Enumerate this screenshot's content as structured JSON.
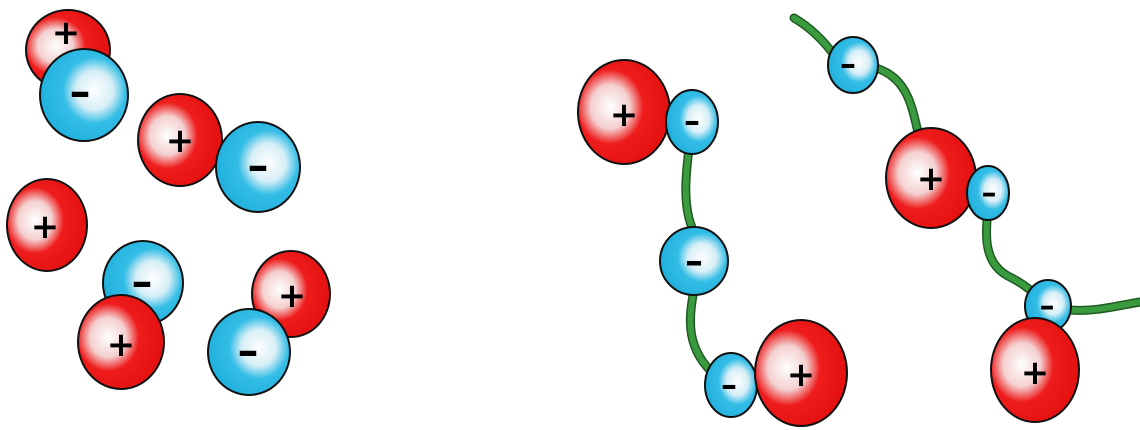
{
  "colors": {
    "background": "#ffffff",
    "cation": "#ee1c1c",
    "anion": "#33bde6",
    "outline": "#111111",
    "chain": "#3a9a3e",
    "chain_outline": "#1f5a22"
  },
  "labels": {
    "cation_sign": "+",
    "anion_sign": "–"
  },
  "left_panel": {
    "free_ions": [
      {
        "charge": "positive"
      },
      {
        "charge": "negative"
      },
      {
        "charge": "positive"
      },
      {
        "charge": "negative"
      },
      {
        "charge": "positive"
      },
      {
        "charge": "negative"
      },
      {
        "charge": "positive"
      },
      {
        "charge": "positive"
      },
      {
        "charge": "negative"
      }
    ]
  },
  "right_panel": {
    "chains": [
      {
        "bound_ions": [
          {
            "charge": "negative"
          },
          {
            "charge": "negative"
          },
          {
            "charge": "negative"
          }
        ],
        "counter_ions": [
          {
            "charge": "positive"
          },
          {
            "charge": "positive"
          }
        ]
      },
      {
        "bound_ions": [
          {
            "charge": "negative"
          },
          {
            "charge": "negative"
          },
          {
            "charge": "negative"
          }
        ],
        "counter_ions": [
          {
            "charge": "positive"
          },
          {
            "charge": "positive"
          }
        ]
      }
    ]
  }
}
